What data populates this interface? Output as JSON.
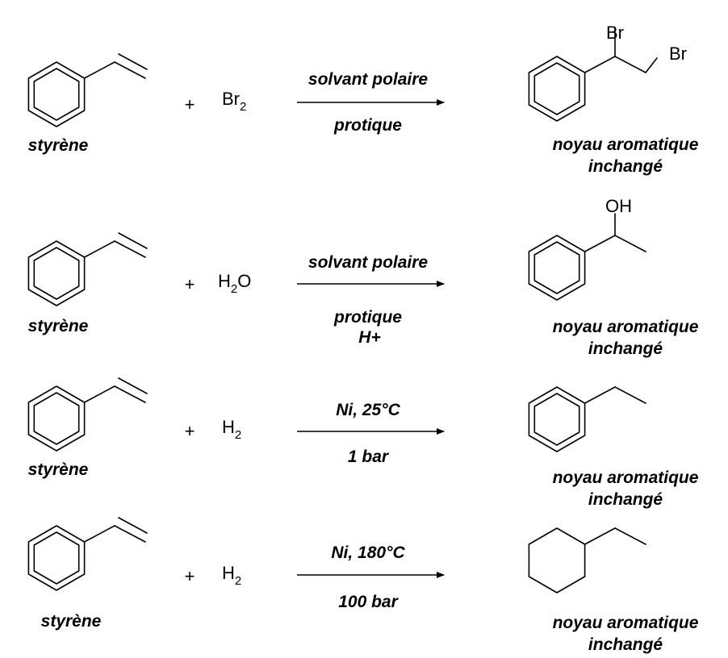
{
  "reactions": [
    {
      "reactant_label": "styrène",
      "reagent": {
        "main": "Br",
        "sub": "2",
        "tail": ""
      },
      "conditions_above": "solvant polaire",
      "conditions_below": [
        "protique"
      ],
      "product_substituents": [
        "Br",
        "Br"
      ],
      "product_label_lines": [
        "noyau aromatique",
        "inchangé"
      ]
    },
    {
      "reactant_label": "styrène",
      "reagent": {
        "main": "H",
        "sub": "2",
        "tail": "O"
      },
      "conditions_above": "solvant polaire",
      "conditions_below": [
        "protique",
        "H+"
      ],
      "product_substituents": [
        "OH"
      ],
      "product_label_lines": [
        "noyau aromatique",
        "inchangé"
      ]
    },
    {
      "reactant_label": "styrène",
      "reagent": {
        "main": "H",
        "sub": "2",
        "tail": ""
      },
      "conditions_above": "Ni, 25°C",
      "conditions_below": [
        "1 bar"
      ],
      "product_substituents": [],
      "product_label_lines": [
        "noyau aromatique",
        "inchangé"
      ]
    },
    {
      "reactant_label": "styrène",
      "reagent": {
        "main": "H",
        "sub": "2",
        "tail": ""
      },
      "conditions_above": "Ni, 180°C",
      "conditions_below": [
        "100 bar"
      ],
      "product_substituents": [],
      "product_label_lines": [
        "noyau aromatique",
        "inchangé"
      ]
    }
  ],
  "plus_sign": "+"
}
